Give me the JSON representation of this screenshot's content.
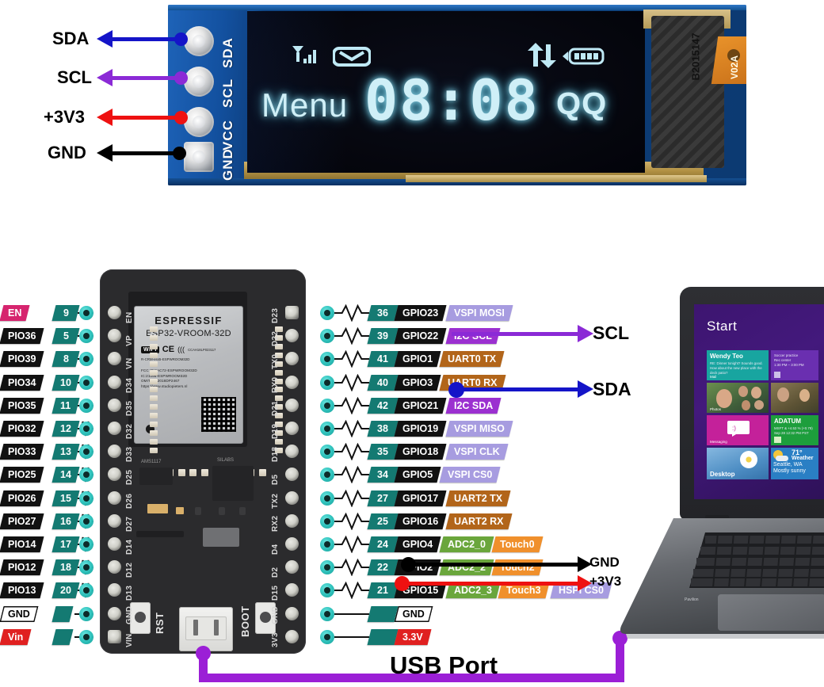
{
  "oled_module": {
    "pin_labels_left": [
      {
        "name": "SDA",
        "wire_color": "#1414c8"
      },
      {
        "name": "SCL",
        "wire_color": "#8b2ad6"
      },
      {
        "name": "+3V3",
        "wire_color": "#ee1111"
      },
      {
        "name": "GND",
        "wire_color": "#000000"
      }
    ],
    "silkscreen_pins": [
      "GND",
      "VCC",
      "SCL",
      "SDA"
    ],
    "display": {
      "menu_text": "Menu",
      "time": "08:08",
      "app_text": "QQ",
      "icons": [
        "signal-bars-icon",
        "envelope-icon",
        "up-down-arrows-icon",
        "battery-icon"
      ]
    },
    "chip_marking": "B2015147",
    "flex_marking": "V02A"
  },
  "esp32": {
    "module": {
      "brand": "ESPRESSIF",
      "part": "ESP32-VROOM-32D",
      "wifi_badge": "WIFI",
      "ce_mark": "CE",
      "cert_code": "CCAH18LP023117",
      "cert_line": "R-CRM-ess5-ESPWROOM32D",
      "ic_lines": [
        "FCC ID:2AC72-ESPWROOM32D",
        "IC:21098-ESPWROOM32D",
        "OMIT ID: 2018DP2467",
        "https://www.studiopieters.nl"
      ]
    },
    "buttons": [
      {
        "label": "RST",
        "name": "reset-button"
      },
      {
        "label": "BOOT",
        "name": "boot-button"
      }
    ],
    "silk_left": [
      "EN",
      "VP",
      "VN",
      "D34",
      "D35",
      "D32",
      "D33",
      "D25",
      "D26",
      "D27",
      "D14",
      "D12",
      "D13",
      "GND",
      "VIN"
    ],
    "silk_right": [
      "D23",
      "D22",
      "TX0",
      "RX0",
      "D21",
      "D19",
      "D18",
      "D5",
      "TX2",
      "RX2",
      "D4",
      "D2",
      "D15",
      "GND",
      "3V3"
    ],
    "pins_left": [
      {
        "name": "EN",
        "num": "9",
        "type": "en",
        "zig": false
      },
      {
        "name": "PIO36",
        "num": "5",
        "type": "gpio",
        "zig": false
      },
      {
        "name": "PIO39",
        "num": "8",
        "type": "gpio",
        "zig": false
      },
      {
        "name": "PIO34",
        "num": "10",
        "type": "gpio",
        "zig": false
      },
      {
        "name": "PIO35",
        "num": "11",
        "type": "gpio",
        "zig": false
      },
      {
        "name": "PIO32",
        "num": "12",
        "type": "gpio",
        "zig": true
      },
      {
        "name": "PIO33",
        "num": "13",
        "type": "gpio",
        "zig": true
      },
      {
        "name": "PIO25",
        "num": "14",
        "type": "gpio",
        "zig": true
      },
      {
        "name": "PIO26",
        "num": "15",
        "type": "gpio",
        "zig": true
      },
      {
        "name": "PIO27",
        "num": "16",
        "type": "gpio",
        "zig": true
      },
      {
        "name": "PIO14",
        "num": "17",
        "type": "gpio",
        "zig": true
      },
      {
        "name": "PIO12",
        "num": "18",
        "type": "gpio",
        "zig": true
      },
      {
        "name": "PIO13",
        "num": "20",
        "type": "gpio",
        "zig": true
      },
      {
        "name": "GND",
        "num": "",
        "type": "gnd",
        "zig": false
      },
      {
        "name": "Vin",
        "num": "",
        "type": "vin",
        "zig": false
      }
    ],
    "pins_right": [
      {
        "num": "36",
        "gpio": "GPIO23",
        "fn": [
          "VSPI MOSI"
        ],
        "fn_type": [
          "vspi"
        ],
        "zig": true
      },
      {
        "num": "39",
        "gpio": "GPIO22",
        "fn": [
          "I2C SCL"
        ],
        "fn_type": [
          "i2c"
        ],
        "zig": true
      },
      {
        "num": "41",
        "gpio": "GPIO1",
        "fn": [
          "UART0 TX"
        ],
        "fn_type": [
          "uart"
        ],
        "zig": true
      },
      {
        "num": "40",
        "gpio": "GPIO3",
        "fn": [
          "UART0 RX"
        ],
        "fn_type": [
          "uart"
        ],
        "zig": true
      },
      {
        "num": "42",
        "gpio": "GPIO21",
        "fn": [
          "I2C SDA"
        ],
        "fn_type": [
          "i2c"
        ],
        "zig": true
      },
      {
        "num": "38",
        "gpio": "GPIO19",
        "fn": [
          "VSPI MISO"
        ],
        "fn_type": [
          "vspi"
        ],
        "zig": true
      },
      {
        "num": "35",
        "gpio": "GPIO18",
        "fn": [
          "VSPI CLK"
        ],
        "fn_type": [
          "vspi"
        ],
        "zig": true
      },
      {
        "num": "34",
        "gpio": "GPIO5",
        "fn": [
          "VSPI CS0"
        ],
        "fn_type": [
          "vspi"
        ],
        "zig": true
      },
      {
        "num": "27",
        "gpio": "GPIO17",
        "fn": [
          "UART2 TX"
        ],
        "fn_type": [
          "uart"
        ],
        "zig": true
      },
      {
        "num": "25",
        "gpio": "GPIO16",
        "fn": [
          "UART2 RX"
        ],
        "fn_type": [
          "uart"
        ],
        "zig": true
      },
      {
        "num": "24",
        "gpio": "GPIO4",
        "fn": [
          "ADC2_0",
          "Touch0"
        ],
        "fn_type": [
          "adc",
          "touch"
        ],
        "zig": true
      },
      {
        "num": "22",
        "gpio": "GPIO2",
        "fn": [
          "ADC2_2",
          "Touch2"
        ],
        "fn_type": [
          "adc",
          "touch"
        ],
        "zig": true
      },
      {
        "num": "21",
        "gpio": "GPIO15",
        "fn": [
          "ADC2_3",
          "Touch3",
          "HSPI CS0"
        ],
        "fn_type": [
          "adc",
          "touch",
          "vspi"
        ],
        "zig": true
      },
      {
        "num": "",
        "gpio": "GND",
        "fn": [],
        "fn_type": [],
        "zig": false,
        "style": "gnd"
      },
      {
        "num": "",
        "gpio": "3.3V",
        "fn": [],
        "fn_type": [],
        "zig": false,
        "style": "v33"
      }
    ]
  },
  "connections": {
    "scl": {
      "label": "SCL",
      "color": "#8b2ad6"
    },
    "sda": {
      "label": "SDA",
      "color": "#1414c8"
    },
    "gnd": {
      "label": "GND",
      "color": "#000000"
    },
    "v33": {
      "label": "+3V3",
      "color": "#ee1111"
    },
    "usb": {
      "label": "USB Port",
      "color": "#9b1fd6"
    }
  },
  "laptop": {
    "start_label": "Start",
    "brand": "Pavilion",
    "tiles": [
      {
        "title": "Wendy Teo",
        "sub": "RE: Dinner tonight? Sounds good. How about the new place with the deck patio?",
        "badge": "Mail"
      },
      {
        "title": "",
        "sub": "Soccer practice\nRec center\n1:30 PM – 3:00 PM",
        "badge": ""
      },
      {
        "title": "",
        "sub": "",
        "badge": "Photos"
      },
      {
        "title": "",
        "sub": "",
        "badge": ""
      },
      {
        "title": "",
        "sub": "",
        "badge": "Messaging"
      },
      {
        "title": "ADATUM",
        "sub": "MSFT & +4.53 % (+0.79)\nSep 28 12:32 PM PST",
        "badge": ""
      },
      {
        "title": "",
        "sub": "",
        "badge": "Desktop"
      },
      {
        "title": "71°",
        "sub": "Seattle, WA\nMostly sunny",
        "badge": "Weather"
      }
    ]
  }
}
